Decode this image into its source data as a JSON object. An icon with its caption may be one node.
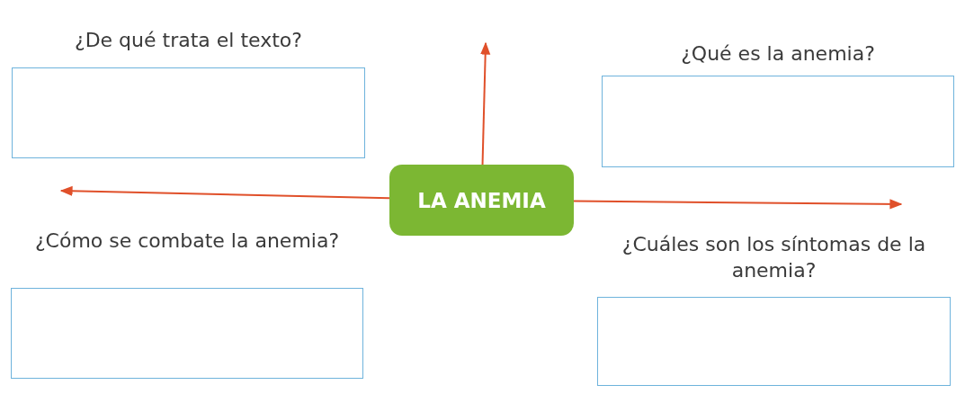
{
  "diagram": {
    "nodes": [
      {
        "text": [
          "¿De qué trata el texto?"
        ]
      },
      {
        "text": [
          "¿Qué es la anemia?"
        ]
      },
      {
        "text": [
          "LA ANEMIA"
        ]
      },
      {
        "text": [
          "¿Cómo se combate la anemia?"
        ]
      },
      {
        "text": [
          "¿Cuáles son los síntomas de la anemia?"
        ]
      }
    ],
    "edges": [
      {
        "from": 2,
        "to": null,
        "arrow": "to"
      },
      {
        "from": 2,
        "to": null,
        "arrow": "to"
      },
      {
        "from": 2,
        "to": null,
        "arrow": "to"
      }
    ]
  }
}
